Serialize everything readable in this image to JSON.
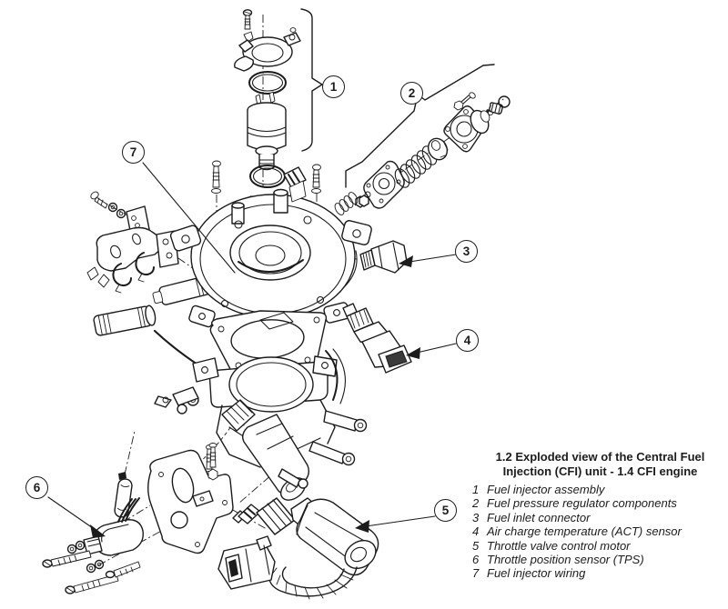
{
  "figure": {
    "caption_title": "1.2  Exploded view of the Central Fuel Injection (CFI) unit - 1.4 CFI engine"
  },
  "legend": [
    {
      "num": "1",
      "label": "Fuel injector assembly"
    },
    {
      "num": "2",
      "label": "Fuel pressure regulator components"
    },
    {
      "num": "3",
      "label": "Fuel inlet connector"
    },
    {
      "num": "4",
      "label": "Air charge temperature (ACT) sensor"
    },
    {
      "num": "5",
      "label": "Throttle valve control motor"
    },
    {
      "num": "6",
      "label": "Throttle position sensor (TPS)"
    },
    {
      "num": "7",
      "label": "Fuel injector wiring"
    }
  ],
  "callouts": [
    {
      "number": "1",
      "part": "Fuel injector assembly"
    },
    {
      "number": "2",
      "part": "Fuel pressure regulator components"
    },
    {
      "number": "3",
      "part": "Fuel inlet connector"
    },
    {
      "number": "4",
      "part": "Air charge temperature (ACT) sensor"
    },
    {
      "number": "5",
      "part": "Throttle valve control motor"
    },
    {
      "number": "6",
      "part": "Throttle position sensor (TPS)"
    },
    {
      "number": "7",
      "part": "Fuel injector wiring"
    }
  ],
  "colors": {
    "ink": "#1c1c1c",
    "paper": "#ffffff"
  }
}
